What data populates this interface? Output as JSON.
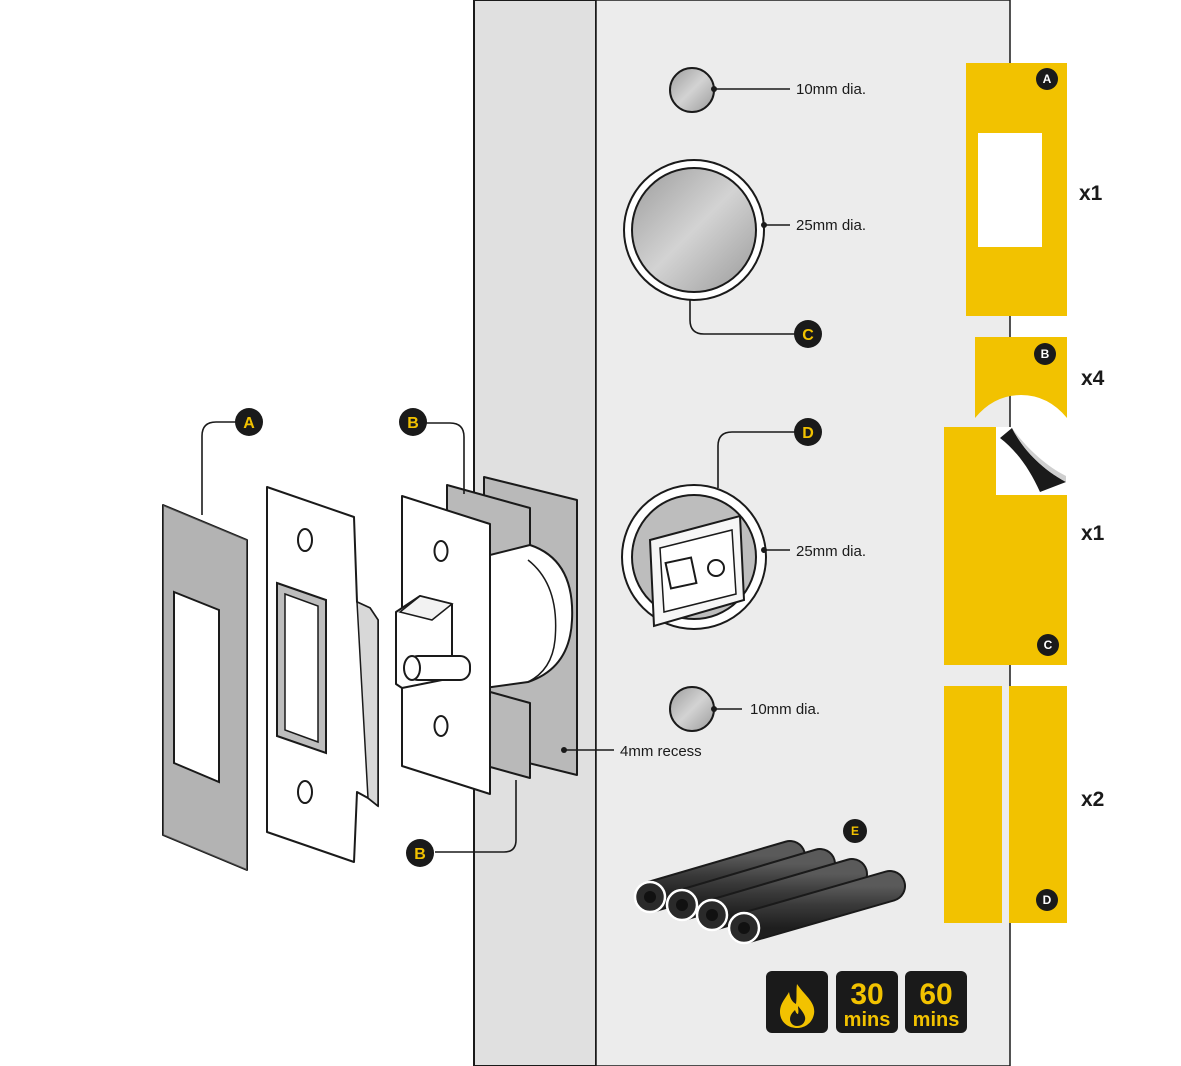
{
  "callouts": {
    "a": "A",
    "b": "B",
    "c": "C",
    "d": "D",
    "e": "E"
  },
  "dimensions": {
    "top_hole": "10mm dia.",
    "upper_bore": "25mm dia.",
    "lower_bore": "25mm dia.",
    "bottom_hole": "10mm dia.",
    "recess": "4mm recess"
  },
  "kit": {
    "a_qty": "x1",
    "b_qty": "x4",
    "c_qty": "x1",
    "d_qty": "x2"
  },
  "fire_rating": {
    "rating_1_value": "30",
    "rating_1_unit": "mins",
    "rating_2_value": "60",
    "rating_2_unit": "mins"
  },
  "colors": {
    "accent": "#f2c200",
    "dark": "#1a1a1a",
    "door": "#e3e3e3",
    "door_edge": "#ececec"
  },
  "icons": [
    "flame-icon",
    "callout-marker-icon",
    "intumescent-tube-icon"
  ]
}
